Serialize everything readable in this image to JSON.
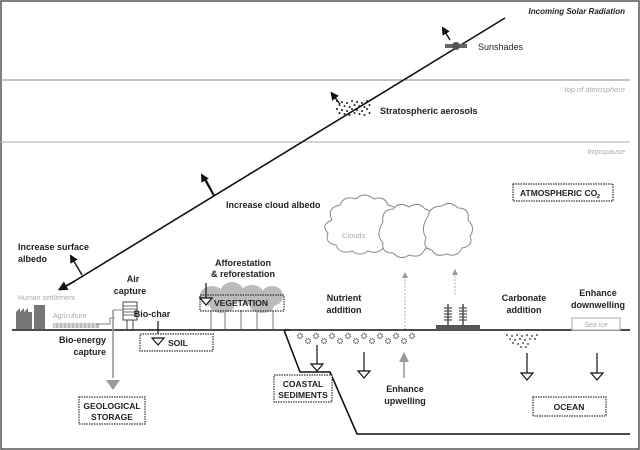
{
  "diagram": {
    "title": "Incoming Solar Radiation",
    "layers": {
      "top_of_atmosphere": "top of atmosphere",
      "tropopause": "tropopause"
    },
    "solar_radiation_methods": {
      "sunshades": "Sunshades",
      "stratospheric_aerosols": "Stratospheric aerosols",
      "increase_cloud_albedo": "Increase cloud albedo",
      "increase_surface_albedo_line1": "Increase surface",
      "increase_surface_albedo_line2": "albedo"
    },
    "reservoirs": {
      "atmospheric_co2": "ATMOSPHERIC CO",
      "atmospheric_co2_subscript": "2",
      "vegetation": "VEGETATION",
      "soil": "SOIL",
      "geological_storage_line1": "GEOLOGICAL",
      "geological_storage_line2": "STORAGE",
      "coastal_sediments_line1": "COASTAL",
      "coastal_sediments_line2": "SEDIMENTS",
      "ocean": "OCEAN"
    },
    "land_labels": {
      "human_settlement": "Human settlement",
      "agriculture": "Agriculture",
      "air_capture_line1": "Air",
      "air_capture_line2": "capture",
      "bio_char": "Bio-char",
      "bio_energy_line1": "Bio-energy",
      "bio_energy_line2": "capture",
      "afforestation_line1": "Afforestation",
      "afforestation_line2": "& reforestation",
      "clouds": "Clouds"
    },
    "ocean_labels": {
      "nutrient_line1": "Nutrient",
      "nutrient_line2": "addition",
      "upwelling_line1": "Enhance",
      "upwelling_line2": "upwelling",
      "carbonate_line1": "Carbonate",
      "carbonate_line2": "addition",
      "downwelling_line1": "Enhance",
      "downwelling_line2": "downwelling",
      "sea_ice": "Sea ice"
    }
  }
}
